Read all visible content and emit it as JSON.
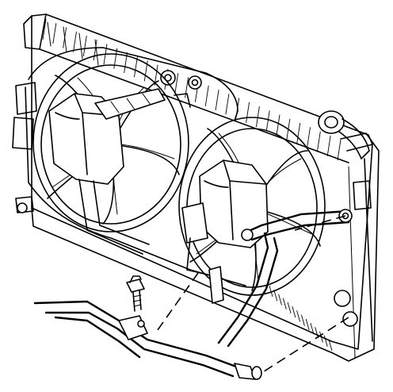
{
  "figure": {
    "kind": "exploded line drawing",
    "colors": {
      "line": "#000000",
      "background": "#ffffff"
    },
    "parts": [
      "radiator",
      "left-cooling-fan",
      "right-cooling-fan",
      "left-fan-motor",
      "right-fan-motor",
      "transmission-oil-cooler-lines",
      "cooler-line-bracket-bolt"
    ]
  }
}
